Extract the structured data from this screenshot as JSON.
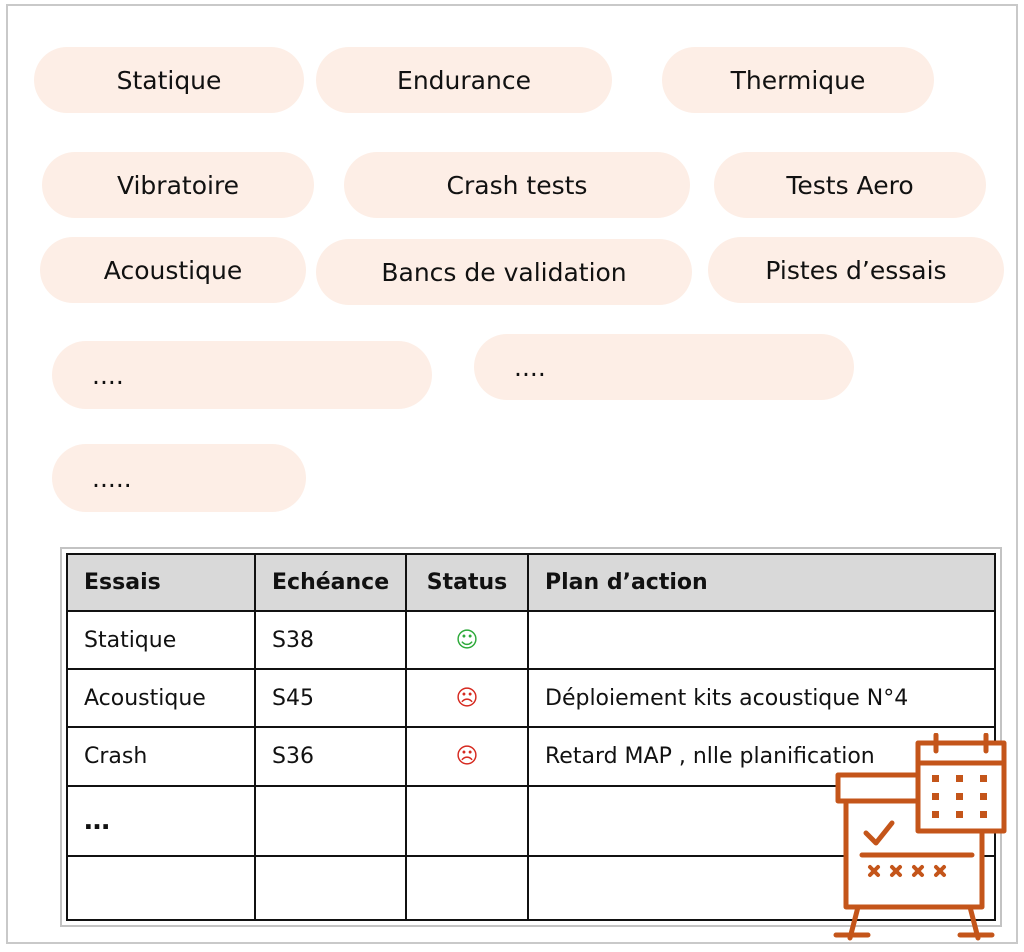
{
  "categories": [
    "Statique",
    "Endurance",
    "Thermique",
    "Vibratoire",
    "Crash tests",
    "Tests Aero",
    "Acoustique",
    "Bancs de validation",
    "Pistes d’essais",
    "....",
    "....",
    "....."
  ],
  "table": {
    "headers": [
      "Essais",
      "Echéance",
      "Status",
      "Plan d’action"
    ],
    "rows": [
      {
        "essai": "Statique",
        "echeance": "S38",
        "status": "☺",
        "status_color": "#2eaa3b",
        "plan": ""
      },
      {
        "essai": "Acoustique",
        "echeance": "S45",
        "status": "☹",
        "status_color": "#d62a20",
        "plan": "Déploiement kits acoustique N°4"
      },
      {
        "essai": "Crash",
        "echeance": "S36",
        "status": "☹",
        "status_color": "#d62a20",
        "plan": "Retard MAP , nlle planification"
      },
      {
        "essai": "…",
        "echeance": "",
        "status": "",
        "status_color": "",
        "plan": ""
      },
      {
        "essai": "",
        "echeance": "",
        "status": "",
        "status_color": "",
        "plan": ""
      }
    ]
  },
  "decoration": {
    "icon": "schedule-planning-board-icon",
    "color": "#c4551a"
  },
  "colors": {
    "pill_bg": "#fdeee6",
    "header_bg": "#d9d9d9"
  }
}
